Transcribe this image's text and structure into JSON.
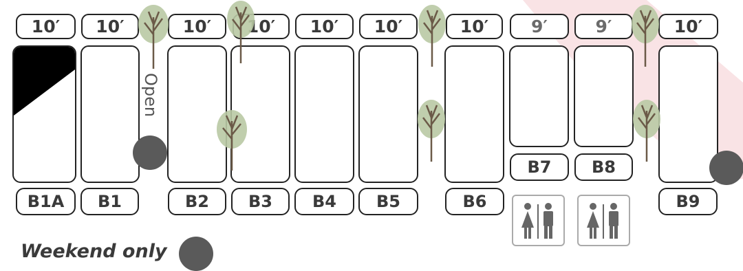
{
  "width_tags": [
    {
      "id": "b1a",
      "text": "10′",
      "muted": false
    },
    {
      "id": "b1",
      "text": "10′",
      "muted": false
    },
    {
      "id": "b2",
      "text": "10′",
      "muted": false
    },
    {
      "id": "b3",
      "text": "10′",
      "muted": false
    },
    {
      "id": "b4",
      "text": "10′",
      "muted": false
    },
    {
      "id": "b5",
      "text": "10′",
      "muted": false
    },
    {
      "id": "b6",
      "text": "10′",
      "muted": false
    },
    {
      "id": "b7",
      "text": "9′",
      "muted": true
    },
    {
      "id": "b8",
      "text": "9′",
      "muted": true
    },
    {
      "id": "b9",
      "text": "10′",
      "muted": false
    }
  ],
  "stall_labels": [
    {
      "id": "b1a",
      "text": "B1A"
    },
    {
      "id": "b1",
      "text": "B1"
    },
    {
      "id": "b2",
      "text": "B2"
    },
    {
      "id": "b3",
      "text": "B3"
    },
    {
      "id": "b4",
      "text": "B4"
    },
    {
      "id": "b5",
      "text": "B5"
    },
    {
      "id": "b6",
      "text": "B6"
    },
    {
      "id": "b7",
      "text": "B7"
    },
    {
      "id": "b8",
      "text": "B8"
    },
    {
      "id": "b9",
      "text": "B9"
    }
  ],
  "open_label": "Open",
  "legend": {
    "text": "Weekend only",
    "marker_color": "#5a5a5a"
  },
  "icons": [
    "tree-icon",
    "restroom-icon",
    "weekend-dot-icon"
  ],
  "colors": {
    "outline": "#222222",
    "text": "#3a3a3a",
    "muted_text": "#6b6b6b",
    "dot": "#5a5a5a",
    "background_accent": "#d9001b"
  }
}
